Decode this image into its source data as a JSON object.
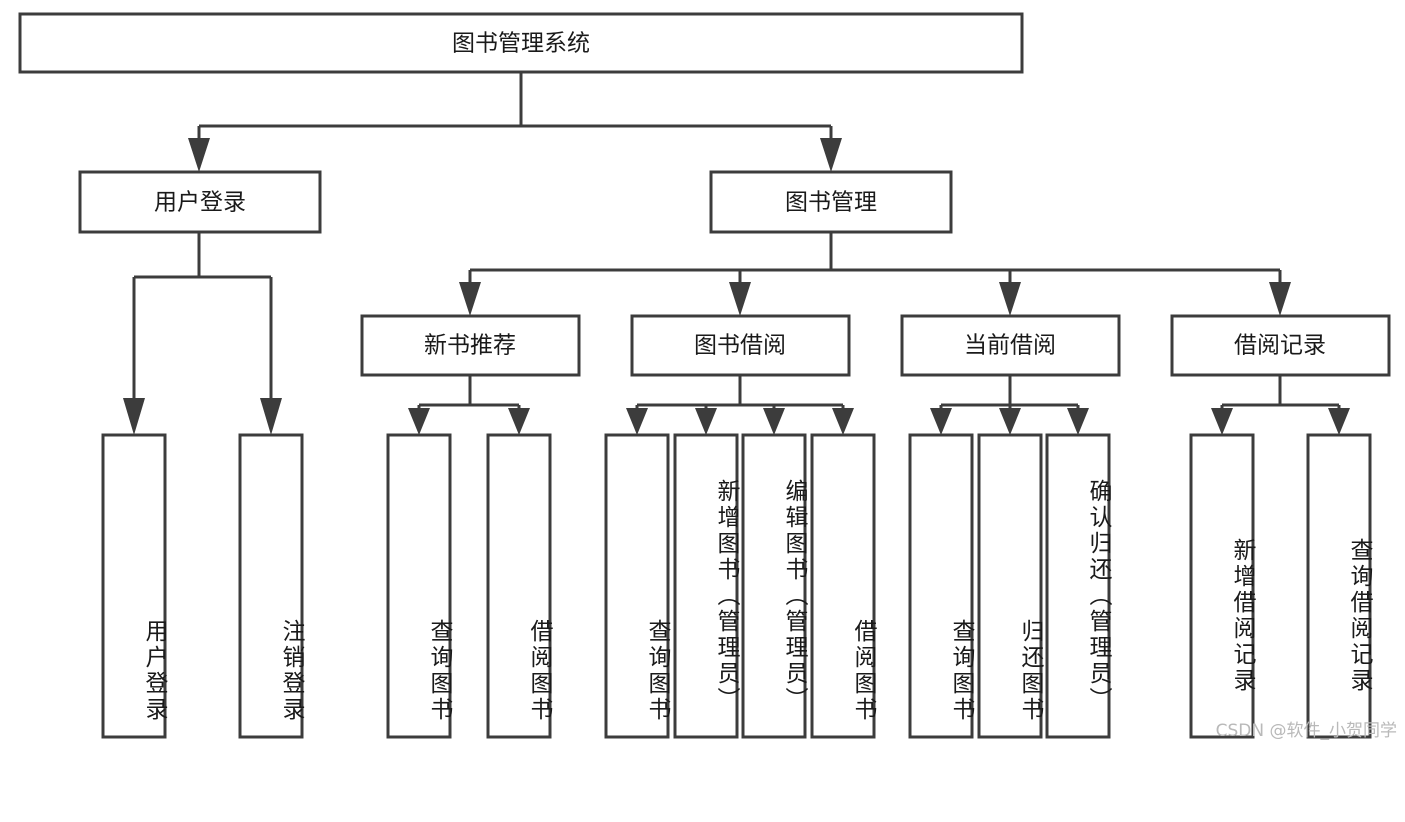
{
  "diagram": {
    "type": "hierarchy-tree",
    "title": "图书管理系统",
    "watermark": "CSDN @软件_小贺同学",
    "colors": {
      "box_fill": "#ffffff",
      "box_stroke": "#3c3c3c",
      "text": "#1a1a1a",
      "background": "#ffffff",
      "watermark": "#b9b9b9"
    },
    "levels": {
      "root": {
        "label": "图书管理系统",
        "orientation": "horizontal"
      },
      "level2": [
        {
          "label": "用户登录",
          "orientation": "horizontal"
        },
        {
          "label": "图书管理",
          "orientation": "horizontal"
        }
      ],
      "level3": [
        {
          "label": "新书推荐",
          "orientation": "horizontal",
          "parent": "图书管理"
        },
        {
          "label": "图书借阅",
          "orientation": "horizontal",
          "parent": "图书管理"
        },
        {
          "label": "当前借阅",
          "orientation": "horizontal",
          "parent": "图书管理"
        },
        {
          "label": "借阅记录",
          "orientation": "horizontal",
          "parent": "图书管理"
        }
      ],
      "leaves": [
        {
          "label": "用户登录",
          "orientation": "vertical",
          "parent": "用户登录"
        },
        {
          "label": "注销登录",
          "orientation": "vertical",
          "parent": "用户登录"
        },
        {
          "label": "查询图书",
          "orientation": "vertical",
          "parent": "新书推荐"
        },
        {
          "label": "借阅图书",
          "orientation": "vertical",
          "parent": "新书推荐"
        },
        {
          "label": "查询图书",
          "orientation": "vertical",
          "parent": "图书借阅"
        },
        {
          "label": "新增图书（管理员）",
          "orientation": "vertical",
          "parent": "图书借阅"
        },
        {
          "label": "编辑图书（管理员）",
          "orientation": "vertical",
          "parent": "图书借阅"
        },
        {
          "label": "借阅图书",
          "orientation": "vertical",
          "parent": "图书借阅"
        },
        {
          "label": "查询图书",
          "orientation": "vertical",
          "parent": "当前借阅"
        },
        {
          "label": "归还图书",
          "orientation": "vertical",
          "parent": "当前借阅"
        },
        {
          "label": "确认归还（管理员）",
          "orientation": "vertical",
          "parent": "当前借阅"
        },
        {
          "label": "新增借阅记录",
          "orientation": "vertical",
          "parent": "借阅记录"
        },
        {
          "label": "查询借阅记录",
          "orientation": "vertical",
          "parent": "借阅记录"
        }
      ]
    }
  }
}
